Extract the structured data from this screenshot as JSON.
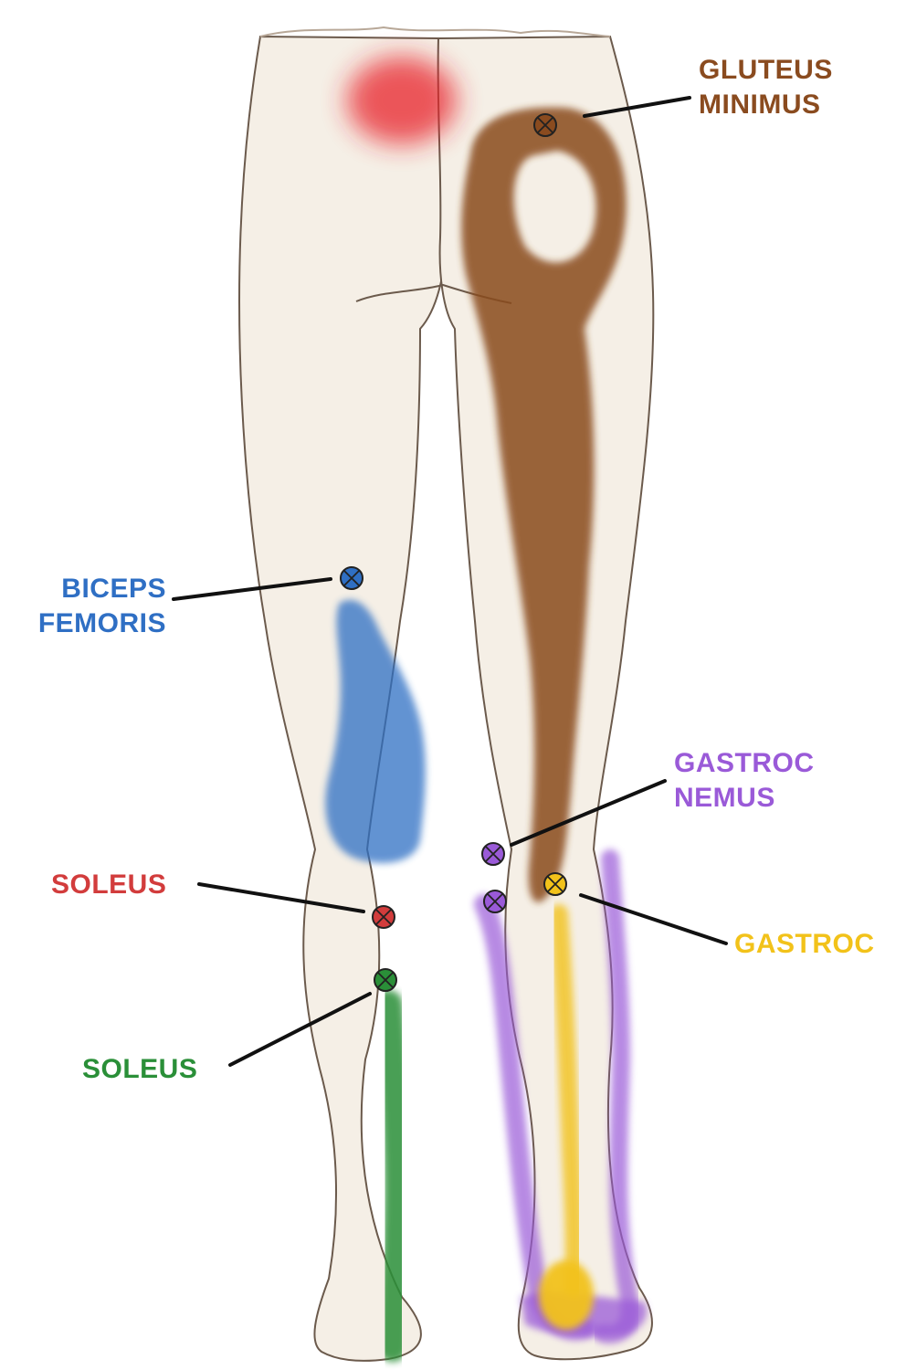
{
  "labels": {
    "gluteus_minimus": {
      "line1": "GLUTEUS",
      "line2": "MINIMUS"
    },
    "biceps_femoris": {
      "line1": "BICEPS",
      "line2": "FEMORIS"
    },
    "gastrocnemius": {
      "line1": "GASTROC",
      "line2": "NEMUS"
    },
    "gastroc": "GASTROC",
    "soleus_upper": "SOLEUS",
    "soleus_lower": "SOLEUS"
  },
  "colors": {
    "gluteus_minimus": "#8a4b1f",
    "biceps_femoris": "#2f6fc4",
    "gastrocnemius": "#9a5ad8",
    "gastroc": "#f2c21a",
    "soleus_upper": "#d23c3c",
    "soleus_lower": "#2a8f38",
    "hip_pain": "#e8202a",
    "skin": "#f5efe6",
    "outline": "#6b5a4c"
  }
}
